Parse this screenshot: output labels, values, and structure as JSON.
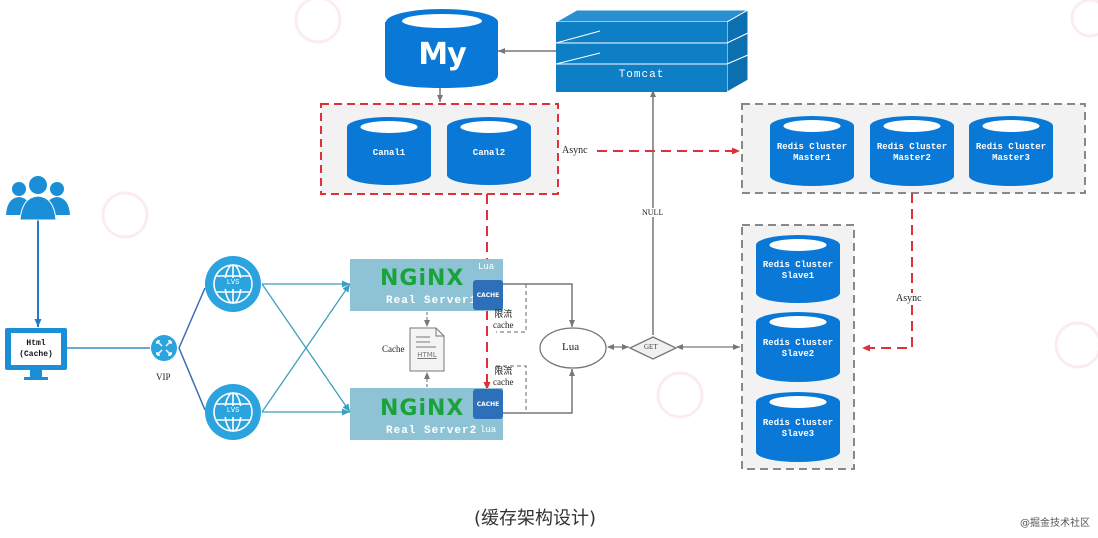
{
  "diagram": {
    "caption": "(缓存架构设计)",
    "credit": "@掘金技术社区",
    "colors": {
      "primary_blue": "#0a78d7",
      "tomcat_blue": "#0e7fc4",
      "nginx_bg": "#8ec3d6",
      "nginx_logo": "#1aa33a",
      "cache_chip": "#2d6fb8",
      "red_dashed": "#e0303a",
      "gray_line": "#777777",
      "lvs_blue": "#2aa3de"
    },
    "users": {
      "icon": "users-icon"
    },
    "client": {
      "label": "Html\n(Cache)",
      "icon": "monitor-icon"
    },
    "vip": {
      "label": "VIP",
      "icon": "router-icon"
    },
    "lvs": [
      {
        "label": "LVS",
        "icon": "globe-icon"
      },
      {
        "label": "LVS",
        "icon": "globe-icon"
      }
    ],
    "mysql": {
      "label": "My",
      "icon": "database-icon"
    },
    "tomcat": {
      "label": "Tomcat"
    },
    "canal_group": {
      "items": [
        {
          "label": "Canal1"
        },
        {
          "label": "Canal2"
        }
      ]
    },
    "redis_masters": {
      "items": [
        {
          "label": "Redis Cluster\nMaster1"
        },
        {
          "label": "Redis Cluster\nMaster2"
        },
        {
          "label": "Redis Cluster\nMaster3"
        }
      ]
    },
    "redis_slaves": {
      "items": [
        {
          "label": "Redis Cluster\nSlave1"
        },
        {
          "label": "Redis Cluster\nSlave2"
        },
        {
          "label": "Redis Cluster\nSlave3"
        }
      ]
    },
    "nginx_servers": [
      {
        "logo": "NGiNX",
        "label": "Real Server1",
        "lua": "Lua",
        "cache": "CACHE",
        "limit_label": "限流\ncache"
      },
      {
        "logo": "NGiNX",
        "label": "Real Server2",
        "lua": "lua",
        "cache": "CACHE",
        "limit_label": "限流\ncache"
      }
    ],
    "html_cache": {
      "label": "Cache",
      "doc_label": "HTML",
      "icon": "html-document-icon"
    },
    "lua_node": {
      "label": "Lua"
    },
    "get_node": {
      "label": "GET"
    },
    "edge_labels": {
      "async_top": "Async",
      "async_right": "Async",
      "null_label": "NULL"
    }
  }
}
